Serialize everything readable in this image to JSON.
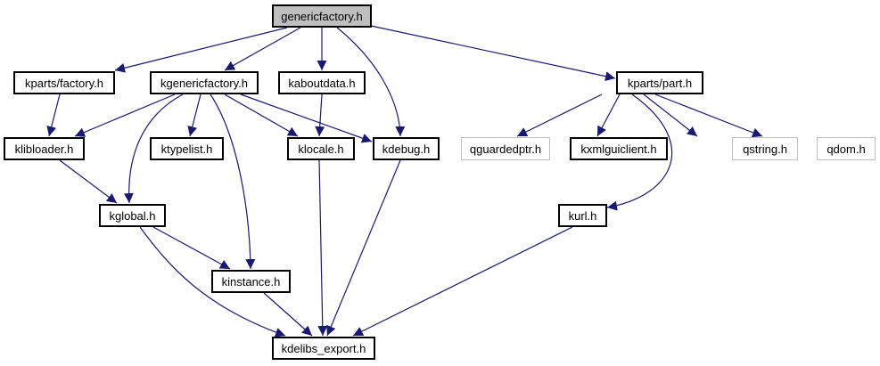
{
  "diagram": {
    "title": "genericfactory.h",
    "edge_color": "#191970",
    "nodes": {
      "genericfactory": {
        "label": "genericfactory.h",
        "kind": "root"
      },
      "kparts_factory": {
        "label": "kparts/factory.h",
        "kind": "documented"
      },
      "kgenericfactory": {
        "label": "kgenericfactory.h",
        "kind": "documented"
      },
      "kaboutdata": {
        "label": "kaboutdata.h",
        "kind": "documented"
      },
      "kparts_part": {
        "label": "kparts/part.h",
        "kind": "documented"
      },
      "klibloader": {
        "label": "klibloader.h",
        "kind": "documented"
      },
      "ktypelist": {
        "label": "ktypelist.h",
        "kind": "documented"
      },
      "klocale": {
        "label": "klocale.h",
        "kind": "documented"
      },
      "kdebug": {
        "label": "kdebug.h",
        "kind": "documented"
      },
      "qguardedptr": {
        "label": "qguardedptr.h",
        "kind": "external"
      },
      "kxmlguiclient": {
        "label": "kxmlguiclient.h",
        "kind": "documented"
      },
      "qstring": {
        "label": "qstring.h",
        "kind": "external"
      },
      "qdom": {
        "label": "qdom.h",
        "kind": "external"
      },
      "kglobal": {
        "label": "kglobal.h",
        "kind": "documented"
      },
      "kurl": {
        "label": "kurl.h",
        "kind": "documented"
      },
      "kinstance": {
        "label": "kinstance.h",
        "kind": "documented"
      },
      "kdelibs_export": {
        "label": "kdelibs_export.h",
        "kind": "documented"
      }
    },
    "edges": [
      [
        "genericfactory",
        "kparts_factory"
      ],
      [
        "genericfactory",
        "kgenericfactory"
      ],
      [
        "genericfactory",
        "kaboutdata"
      ],
      [
        "genericfactory",
        "kdebug"
      ],
      [
        "genericfactory",
        "kparts_part"
      ],
      [
        "kparts_factory",
        "klibloader"
      ],
      [
        "kgenericfactory",
        "klibloader"
      ],
      [
        "kgenericfactory",
        "kglobal"
      ],
      [
        "kgenericfactory",
        "ktypelist"
      ],
      [
        "kgenericfactory",
        "kinstance"
      ],
      [
        "kgenericfactory",
        "klocale"
      ],
      [
        "kgenericfactory",
        "kdebug"
      ],
      [
        "kaboutdata",
        "klocale"
      ],
      [
        "kparts_part",
        "qguardedptr"
      ],
      [
        "kparts_part",
        "kxmlguiclient"
      ],
      [
        "kparts_part",
        "kurl"
      ],
      [
        "kparts_part",
        "qstring"
      ],
      [
        "kparts_part",
        "qdom"
      ],
      [
        "klibloader",
        "kglobal"
      ],
      [
        "klocale",
        "kdelibs_export"
      ],
      [
        "kdebug",
        "kdelibs_export"
      ],
      [
        "kglobal",
        "kinstance"
      ],
      [
        "kglobal",
        "kdelibs_export"
      ],
      [
        "kinstance",
        "kdelibs_export"
      ],
      [
        "kurl",
        "kdelibs_export"
      ]
    ]
  }
}
